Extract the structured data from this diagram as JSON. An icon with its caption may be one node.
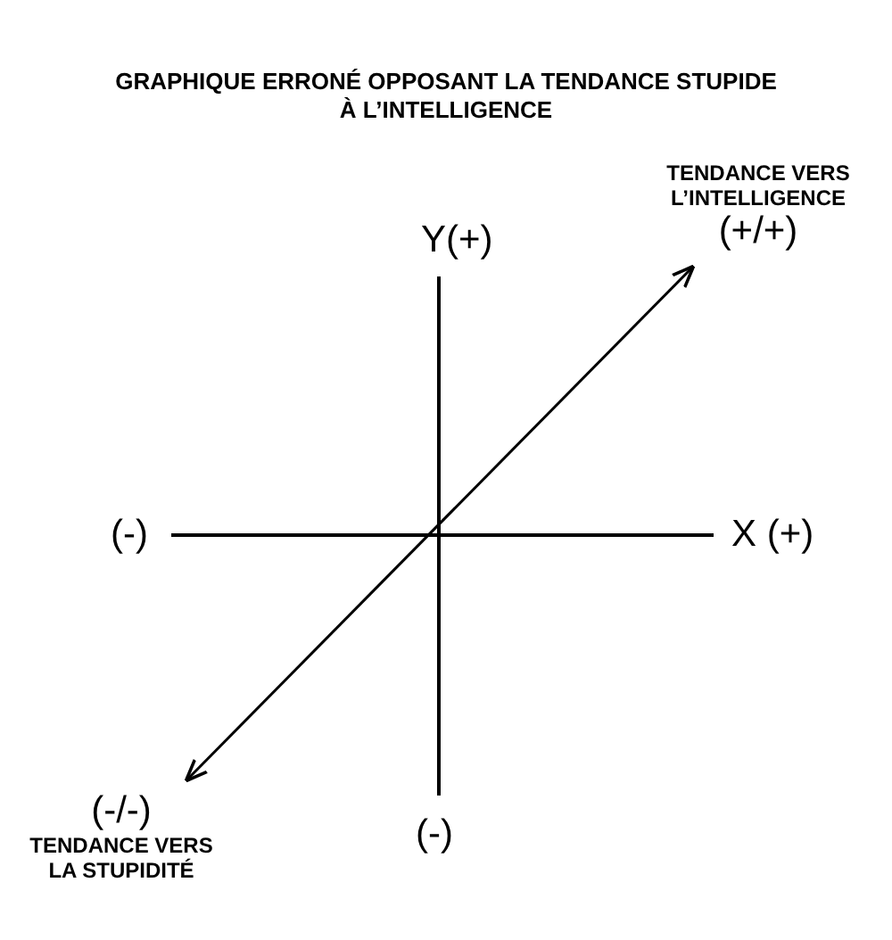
{
  "diagram": {
    "title": "GRAPHIQUE ERRONÉ OPPOSANT LA TENDANCE STUPIDE À L’INTELLIGENCE",
    "nodes": [
      {
        "text": [
          "TENDANCE VERS L’INTELLIGENCE",
          "(+/+)"
        ]
      },
      {
        "text": [
          "(-/-)",
          "TENDANCE VERS LA STUPIDITÉ"
        ]
      }
    ],
    "edges": [
      {
        "from": 1,
        "to": 0,
        "arrow": "both"
      }
    ],
    "labels": [
      "Y(+)",
      "(-)",
      "X (+)",
      "(-)"
    ]
  }
}
